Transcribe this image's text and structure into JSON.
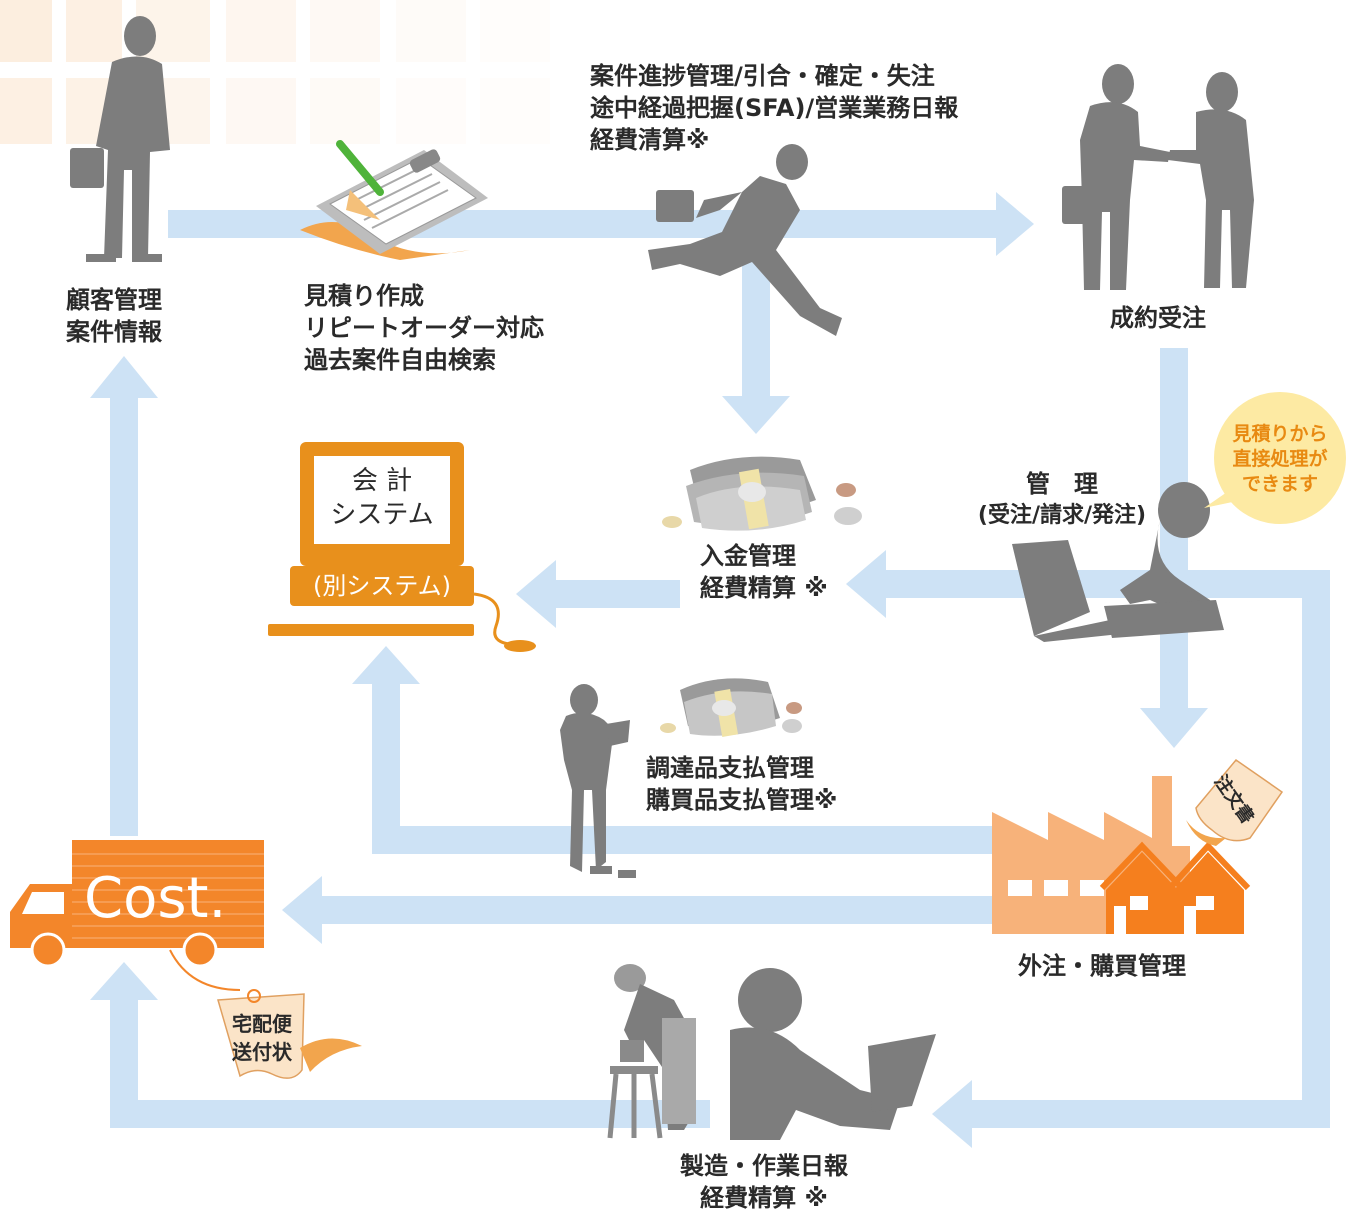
{
  "colors": {
    "arrow": "#cde2f5",
    "silhouette": "#7d7d7d",
    "orange": "#e8901c",
    "orange_light": "#f7b27a",
    "house": "#f57f1e",
    "bubble": "#fdeaa3",
    "bubble_text": "#e88a12",
    "truck": "#f3862a"
  },
  "nodes": {
    "customer": {
      "lines": [
        "顧客管理",
        "案件情報"
      ]
    },
    "estimate": {
      "lines": [
        "見積り作成",
        "リピートオーダー対応",
        "過去案件自由検索"
      ]
    },
    "sales": {
      "lines": [
        "案件進捗管理/引合・確定・失注",
        "途中経過把握(SFA)/営業業務日報",
        "経費清算※"
      ]
    },
    "contract": {
      "label": "成約受注"
    },
    "management": {
      "title": "管　理",
      "sub": "(受注/請求/発注)"
    },
    "bubble": {
      "lines": [
        "見積りから",
        "直接処理が",
        "できます"
      ]
    },
    "accounting": {
      "screen_lines": [
        "会 計",
        "システム"
      ],
      "base_label": "(別システム)"
    },
    "deposit": {
      "lines": [
        "入金管理",
        "経費精算 ※"
      ]
    },
    "payment": {
      "lines": [
        "調達品支払管理",
        "購買品支払管理※"
      ]
    },
    "outsourcing": {
      "label": "外注・購買管理",
      "document": "注文書"
    },
    "truck": {
      "logo": "Cost.",
      "slip_lines": [
        "宅配便",
        "送付状"
      ]
    },
    "manufacturing": {
      "lines": [
        "製造・作業日報",
        "経費精算 ※"
      ]
    }
  }
}
